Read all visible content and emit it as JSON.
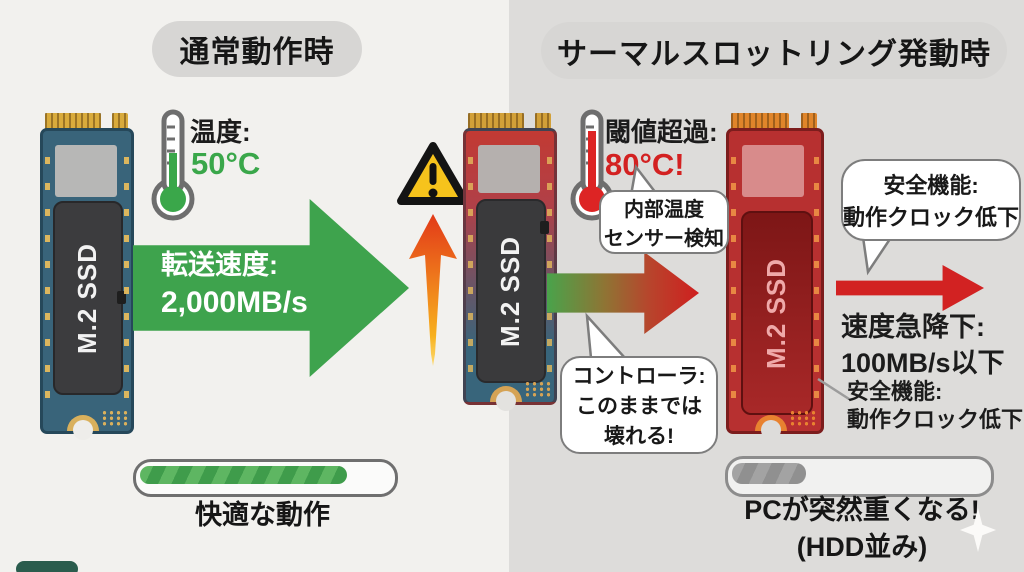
{
  "headers": {
    "normal": "通常動作時",
    "throttled": "サーマルスロットリング発動時"
  },
  "ssd_label": "M.2 SSD",
  "normal": {
    "temperature_label": "温度:",
    "temperature_value": "50°C",
    "transfer_line1": "転送速度:",
    "transfer_line2": "2,000MB/s",
    "progress_label": "快適な動作"
  },
  "throttled": {
    "threshold_label": "閾値超過:",
    "threshold_value": "80°C!",
    "sensor_bubble": {
      "line1": "内部温度",
      "line2": "センサー検知"
    },
    "controller_bubble": {
      "line1": "コントローラ:",
      "line2": "このままでは",
      "line3": "壊れる!"
    },
    "safety_bubble": {
      "line1": "安全機能:",
      "line2": "動作クロック低下"
    },
    "speed_drop": {
      "line1": "速度急降下:",
      "line2": "100MB/s以下"
    },
    "safety_note": {
      "line1": "安全機能:",
      "line2": "動作クロック低下"
    },
    "progress_label_line1": "PCが突然重くなる!",
    "progress_label_line2": "(HDD並み)"
  },
  "colors": {
    "normal_green": "#3aa74a",
    "alert_red": "#d32121",
    "warning_yellow": "#f6c31c",
    "throttle_arrow_red": "#d22222"
  }
}
